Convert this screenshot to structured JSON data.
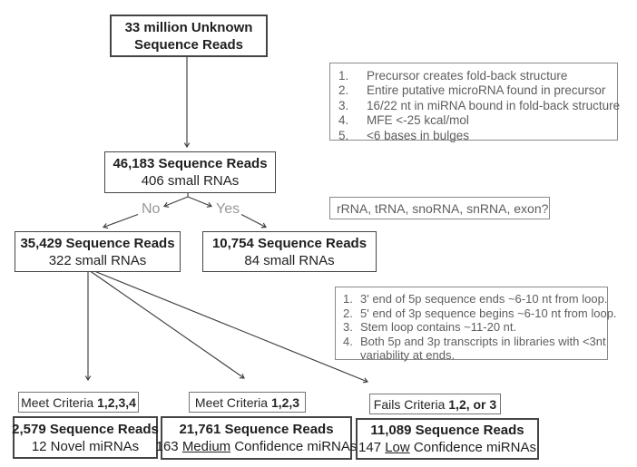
{
  "colors": {
    "ink": "#1f1f1f",
    "gray-ink": "#5e5e5e",
    "branch-ink": "#979797",
    "box-border": "#454545",
    "gray-border": "#8a8a8a",
    "arrow": "#3f3f3f",
    "bg": "#ffffff"
  },
  "diagram": {
    "title_box": {
      "line1": "33 million Unknown",
      "line2": "Sequence Reads"
    },
    "criteria_box_1": {
      "items": [
        {
          "num": "1.",
          "text": "Precursor creates fold-back structure"
        },
        {
          "num": "2.",
          "text": "Entire putative microRNA found in precursor"
        },
        {
          "num": "3.",
          "text": "16/22 nt in miRNA bound in fold-back structure"
        },
        {
          "num": "4.",
          "text": "MFE <-25 kcal/mol"
        },
        {
          "num": "5.",
          "text": "<6 bases in bulges"
        }
      ]
    },
    "box_46183": {
      "line1": "46,183 Sequence Reads",
      "line2": "406 small RNAs"
    },
    "branch_labels": {
      "no": "No",
      "yes": "Yes"
    },
    "rrna_note": {
      "text": "rRNA, tRNA, snoRNA, snRNA, exon?"
    },
    "box_35429": {
      "line1": "35,429 Sequence Reads",
      "line2": "322 small RNAs"
    },
    "box_10754": {
      "line1": "10,754 Sequence Reads",
      "line2": "84 small RNAs"
    },
    "criteria_box_2": {
      "items": [
        {
          "num": "1.",
          "text": "3' end of 5p sequence ends ~6-10 nt from loop.",
          "text2": ""
        },
        {
          "num": "2.",
          "text": "5' end of 3p sequence begins ~6-10 nt from loop.",
          "text2": ""
        },
        {
          "num": "3.",
          "text": "Stem loop contains ~11-20 nt.",
          "text2": ""
        },
        {
          "num": "4.",
          "text": "Both 5p and 3p transcripts in libraries with <3nt",
          "text2": "variability at ends."
        }
      ]
    },
    "label_meet_1234": {
      "prefix": "Meet Criteria ",
      "bold": "1,2,3,4"
    },
    "label_meet_123": {
      "prefix": "Meet Criteria ",
      "bold": "1,2,3"
    },
    "label_fails": {
      "prefix": "Fails Criteria ",
      "bold": "1,2, or 3"
    },
    "box_2579": {
      "line1": "2,579 Sequence Reads",
      "line2": "12 Novel miRNAs"
    },
    "box_21761": {
      "line1": "21,761 Sequence Reads",
      "line2_prefix": "163 ",
      "line2_underlined": "Medium",
      "line2_suffix": " Confidence miRNAs"
    },
    "box_11089": {
      "line1": "11,089 Sequence Reads",
      "line2_prefix": "147 ",
      "line2_underlined": "Low",
      "line2_suffix": " Confidence miRNAs"
    }
  }
}
